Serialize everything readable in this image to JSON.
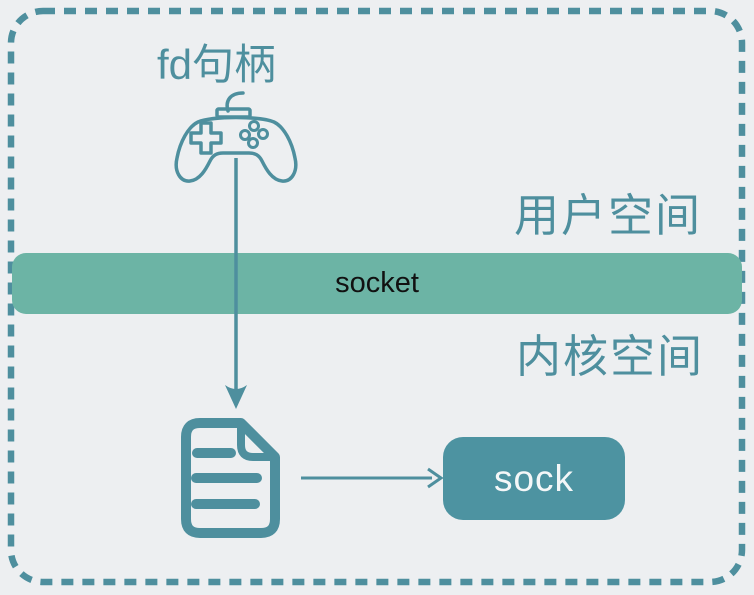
{
  "diagram": {
    "fd_handle_label": "fd句柄",
    "user_space_label": "用户空间",
    "kernel_space_label": "内核空间",
    "socket_bar_label": "socket",
    "sock_box_label": "sock"
  },
  "colors": {
    "teal_stroke": "#4e8f9e",
    "socket_bar_fill": "#6cb4a5",
    "sock_box_fill": "#4d93a1",
    "background": "#edeff1",
    "socket_bar_text": "#111111",
    "sock_box_text": "#f4f7f8"
  },
  "icons": {
    "gamepad": "gamepad-icon",
    "document": "document-icon",
    "down_arrow": "down-arrow-icon",
    "right_arrow": "right-arrow-icon",
    "dashed_border": "dashed-border"
  }
}
